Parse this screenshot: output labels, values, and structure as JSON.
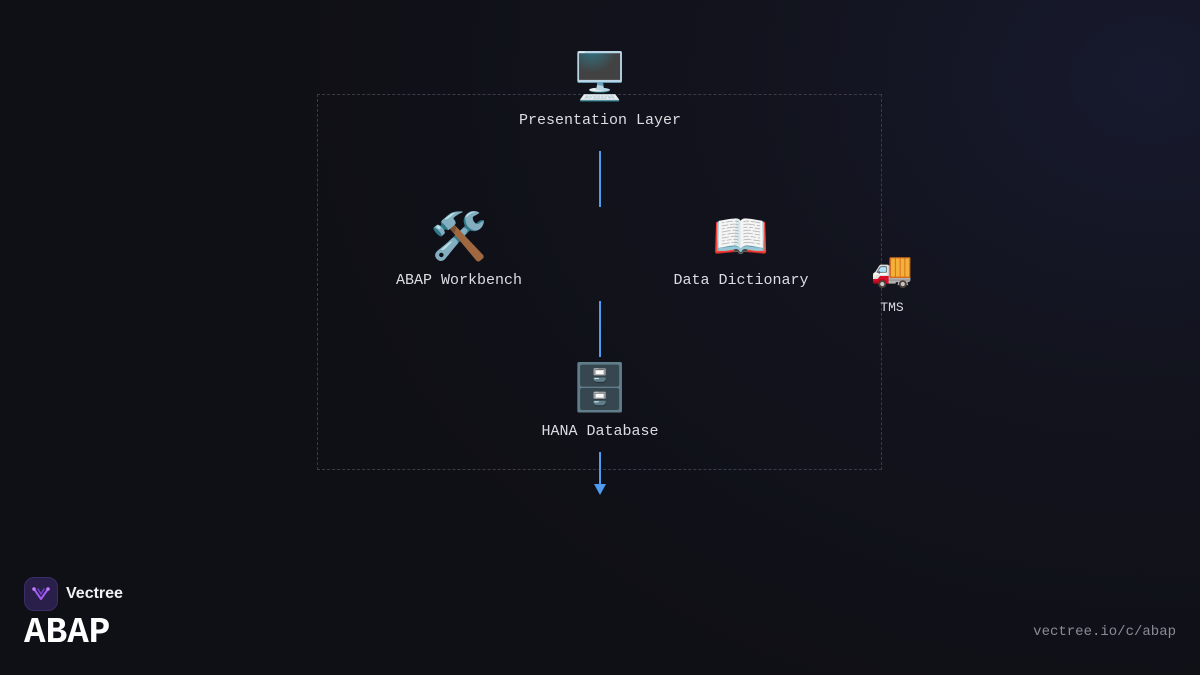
{
  "diagram": {
    "nodes": [
      {
        "id": "presentation",
        "icon": "🖥️",
        "icon_name": "monitor-icon",
        "label": "Presentation Layer"
      },
      {
        "id": "workbench",
        "icon": "🛠️",
        "icon_name": "tools-icon",
        "label": "ABAP Workbench"
      },
      {
        "id": "dictionary",
        "icon": "📖",
        "icon_name": "open-book-icon",
        "label": "Data Dictionary"
      },
      {
        "id": "tms",
        "icon": "🚚",
        "icon_name": "delivery-truck-icon",
        "label": "TMS"
      },
      {
        "id": "database",
        "icon": "🗄️",
        "icon_name": "file-cabinet-icon",
        "label": "HANA Database"
      }
    ],
    "connector_color": "#4f9bf0"
  },
  "brand": {
    "name": "Vectree",
    "title": "ABAP",
    "logo_icon": "vectree-logo-icon",
    "accent_color": "#a35cf0"
  },
  "footer": {
    "url": "vectree.io/c/abap"
  }
}
